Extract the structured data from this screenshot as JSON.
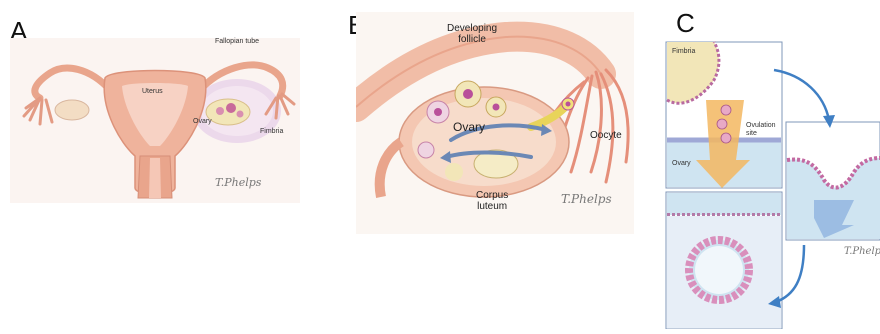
{
  "panels": {
    "a": {
      "letter": "A",
      "labels": {
        "fallopian_tube": "Fallopian tube",
        "uterus": "Uterus",
        "ovary": "Ovary",
        "fimbria": "Fimbria"
      },
      "signature": "T.Phelps"
    },
    "b": {
      "letter": "B",
      "labels": {
        "developing_follicle_line1": "Developing",
        "developing_follicle_line2": "follicle",
        "ovary": "Ovary",
        "oocyte": "Oocyte",
        "corpus_luteum_line1": "Corpus",
        "corpus_luteum_line2": "luteum"
      },
      "signature": "T.Phelps"
    },
    "c": {
      "letter": "C",
      "labels": {
        "fimbria": "Fimbria",
        "ovulation_site_line1": "Ovulation",
        "ovulation_site_line2": "site",
        "ovary": "Ovary"
      },
      "signature": "T.Phelps"
    }
  },
  "colors": {
    "tissue_pink": "#e9a58c",
    "tissue_light": "#f6d3c2",
    "ovary_cream": "#f2e6b8",
    "follicle_purple": "#b9509a",
    "arrow_blue": "#3f7fc4",
    "panel_c_fluid": "#cfe4f1",
    "panel_c_cell": "#e8a9c6"
  }
}
